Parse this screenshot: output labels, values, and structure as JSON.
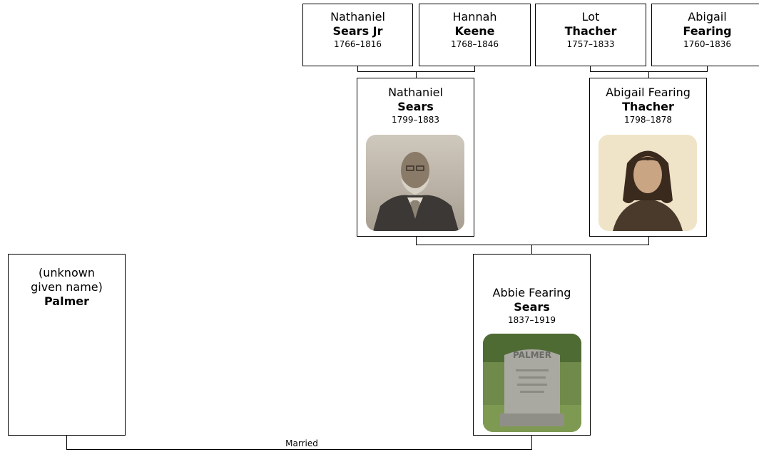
{
  "people": {
    "nathaniel_sears_jr": {
      "given": "Nathaniel",
      "surname": "Sears Jr",
      "dates": "1766–1816"
    },
    "hannah_keene": {
      "given": "Hannah",
      "surname": "Keene",
      "dates": "1768–1846"
    },
    "lot_thacher": {
      "given": "Lot",
      "surname": "Thacher",
      "dates": "1757–1833"
    },
    "abigail_fearing": {
      "given": "Abigail",
      "surname": "Fearing",
      "dates": "1760–1836"
    },
    "nathaniel_sears": {
      "given": "Nathaniel",
      "surname": "Sears",
      "dates": "1799–1883"
    },
    "abigail_fearing_thacher": {
      "given": "Abigail Fearing",
      "surname": "Thacher",
      "dates": "1798–1878"
    },
    "palmer": {
      "given_line1": "(unknown",
      "given_line2": "given name)",
      "surname": "Palmer"
    },
    "abbie_fearing_sears": {
      "given": "Abbie Fearing",
      "surname": "Sears",
      "dates": "1837–1919"
    }
  },
  "relationship_label": "Married",
  "photos": {
    "nathaniel_sears": "portrait-photo",
    "abigail_fearing_thacher": "portrait-photo",
    "abbie_fearing_sears": "gravestone-photo",
    "gravestone_inscription": "PALMER"
  }
}
